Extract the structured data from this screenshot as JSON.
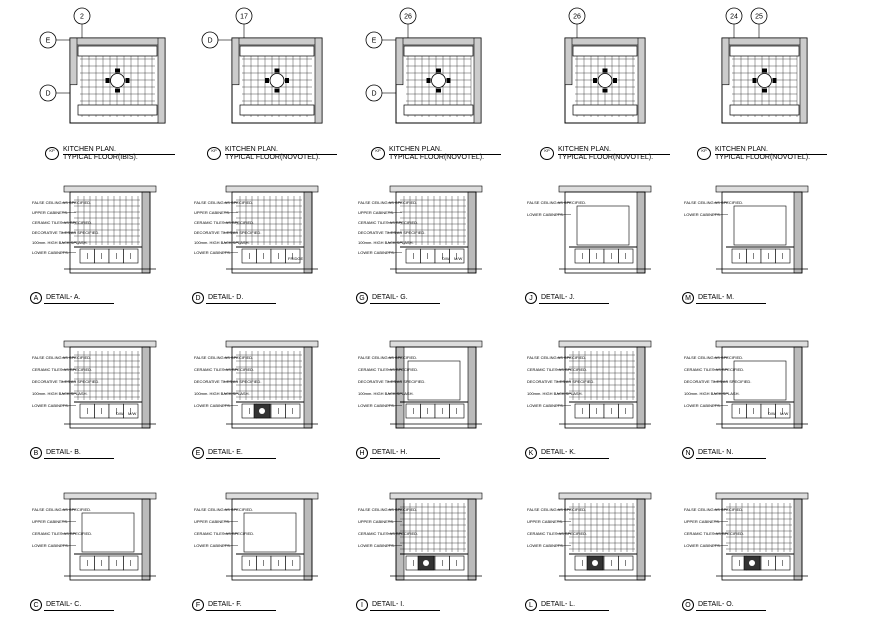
{
  "plans": [
    {
      "title": "KITCHEN PLAN.",
      "subtitle": "TYPICAL FLOOR(IBIS).",
      "grid_top": [
        "2"
      ],
      "grid_left": [
        "E",
        "D"
      ],
      "tag": "KP"
    },
    {
      "title": "KITCHEN PLAN.",
      "subtitle": "TYPICAL FLOOR(NOVOTEL).",
      "grid_top": [
        "17"
      ],
      "grid_left": [
        "D"
      ],
      "tag": "KP"
    },
    {
      "title": "KITCHEN PLAN.",
      "subtitle": "TYPICAL FLOOR(NOVOTEL).",
      "grid_top": [
        "26"
      ],
      "grid_left": [
        "E",
        "D"
      ],
      "tag": "KP"
    },
    {
      "title": "KITCHEN PLAN.",
      "subtitle": "TYPICAL FLOOR(NOVOTEL).",
      "grid_top": [
        "26"
      ],
      "grid_left": [],
      "tag": "KP"
    },
    {
      "title": "KITCHEN PLAN.",
      "subtitle": "TYPICAL FLOOR(NOVOTEL).",
      "grid_top": [
        "24",
        "25"
      ],
      "grid_left": [],
      "tag": "KP"
    }
  ],
  "details": [
    {
      "letter": "A",
      "title": "DETAIL- A."
    },
    {
      "letter": "D",
      "title": "DETAIL- D."
    },
    {
      "letter": "G",
      "title": "DETAIL- G."
    },
    {
      "letter": "J",
      "title": "DETAIL- J."
    },
    {
      "letter": "M",
      "title": "DETAIL- M."
    },
    {
      "letter": "B",
      "title": "DETAIL- B."
    },
    {
      "letter": "E",
      "title": "DETAIL- E."
    },
    {
      "letter": "H",
      "title": "DETAIL- H."
    },
    {
      "letter": "K",
      "title": "DETAIL- K."
    },
    {
      "letter": "N",
      "title": "DETAIL- N."
    },
    {
      "letter": "C",
      "title": "DETAIL- C."
    },
    {
      "letter": "F",
      "title": "DETAIL- F."
    },
    {
      "letter": "I",
      "title": "DETAIL- I."
    },
    {
      "letter": "L",
      "title": "DETAIL- L."
    },
    {
      "letter": "O",
      "title": "DETAIL- O."
    }
  ],
  "callouts": {
    "false_ceiling": "FALSE CEILING AS SPECIFIED.",
    "upper_cabinets": "UPPER CABINETS.",
    "ceramic_tiles": "CERAMIC TILES AS SPECIFIED.",
    "decorative_tiles": "DECORATIVE TILES AS SPECIFIED.",
    "back_splash": "100mm. HIGH BACK SPLASH.",
    "lower_cabinets": "LOWER CABINETS.",
    "fridge": "FRIDGE",
    "dw": "D/W",
    "mw": "M/W"
  }
}
